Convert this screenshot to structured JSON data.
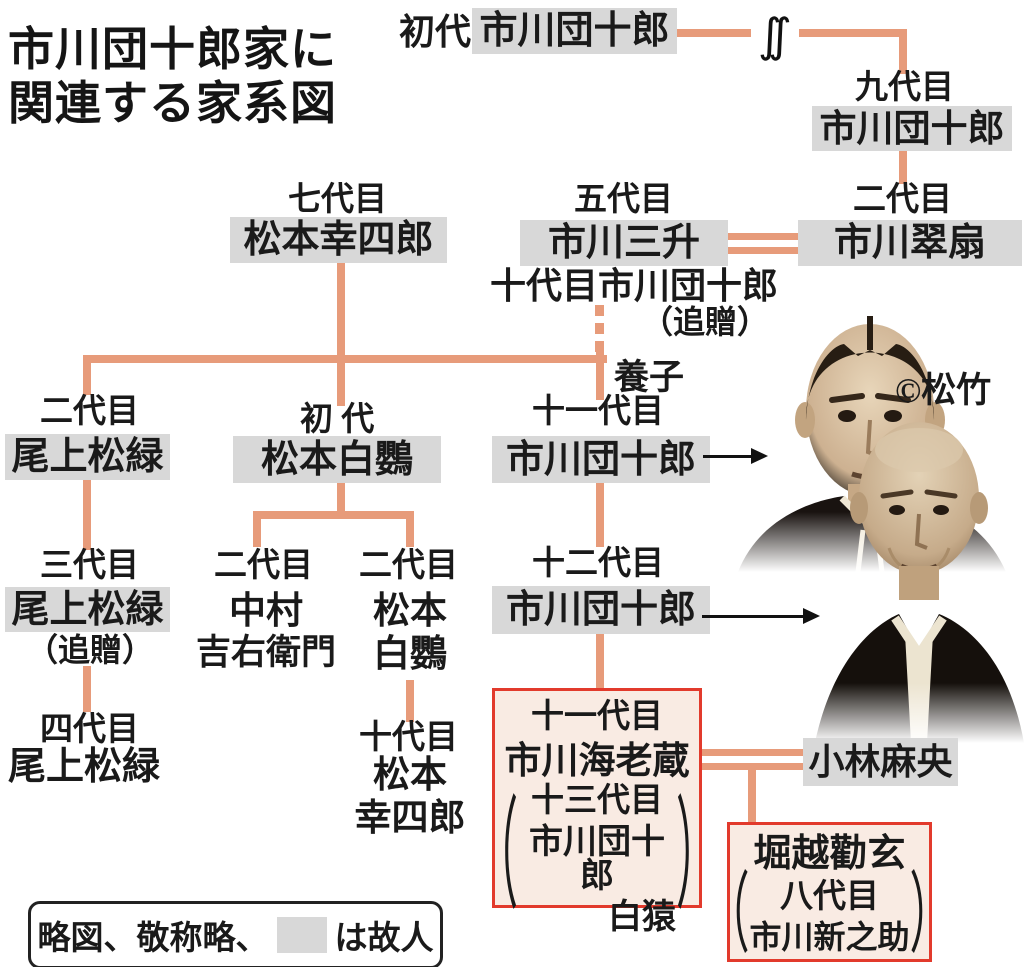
{
  "title": {
    "line1": "市川団十郎家に",
    "line2": "関連する家系図"
  },
  "colors": {
    "connector": "#e79b7a",
    "deceased_box": "#d8d8d8",
    "red_border": "#e23a2c",
    "red_box_bg": "#f9ebe3"
  },
  "nodes": {
    "danjuro1": {
      "gen": "初代",
      "name": "市川団十郎"
    },
    "danjuro9": {
      "gen": "九代目",
      "name": "市川団十郎"
    },
    "suisen2": {
      "gen": "二代目",
      "name": "市川翠扇"
    },
    "sansho5": {
      "gen": "五代目",
      "name": "市川三升"
    },
    "danjuro10": {
      "name": "十代目市川団十郎",
      "note": "（追贈）"
    },
    "adoption_label": "養子",
    "koshiro7": {
      "gen": "七代目",
      "name": "松本幸四郎"
    },
    "shoroku2": {
      "gen": "二代目",
      "name": "尾上松緑"
    },
    "shoroku3": {
      "gen": "三代目",
      "name": "尾上松緑",
      "note": "（追贈）"
    },
    "shoroku4": {
      "gen": "四代目",
      "name": "尾上松緑"
    },
    "hakuo1": {
      "gen": "初 代",
      "name": "松本白鸚"
    },
    "kichiemon2": {
      "gen": "二代目",
      "name_line1": "中村",
      "name_line2": "吉右衛門"
    },
    "hakuo2": {
      "gen": "二代目",
      "name_line1": "松本",
      "name_line2": "白鸚"
    },
    "koshiro10": {
      "gen": "十代目",
      "name_line1": "松本",
      "name_line2": "幸四郎"
    },
    "danjuro11": {
      "gen": "十一代目",
      "name": "市川団十郎"
    },
    "danjuro12": {
      "gen": "十二代目",
      "name": "市川団十郎"
    },
    "ebizo11": {
      "gen": "十一代目",
      "name": "市川海老蔵",
      "alias_gen": "十三代目",
      "alias_name": "市川団十郎",
      "alias_suffix": "白猿"
    },
    "mao": {
      "name": "小林麻央"
    },
    "kangen": {
      "name": "堀越勸玄",
      "alias_gen": "八代目",
      "alias_name": "市川新之助"
    }
  },
  "credit": "©松竹",
  "legend": {
    "text_before": "略図、敬称略、",
    "text_after": "は故人"
  }
}
